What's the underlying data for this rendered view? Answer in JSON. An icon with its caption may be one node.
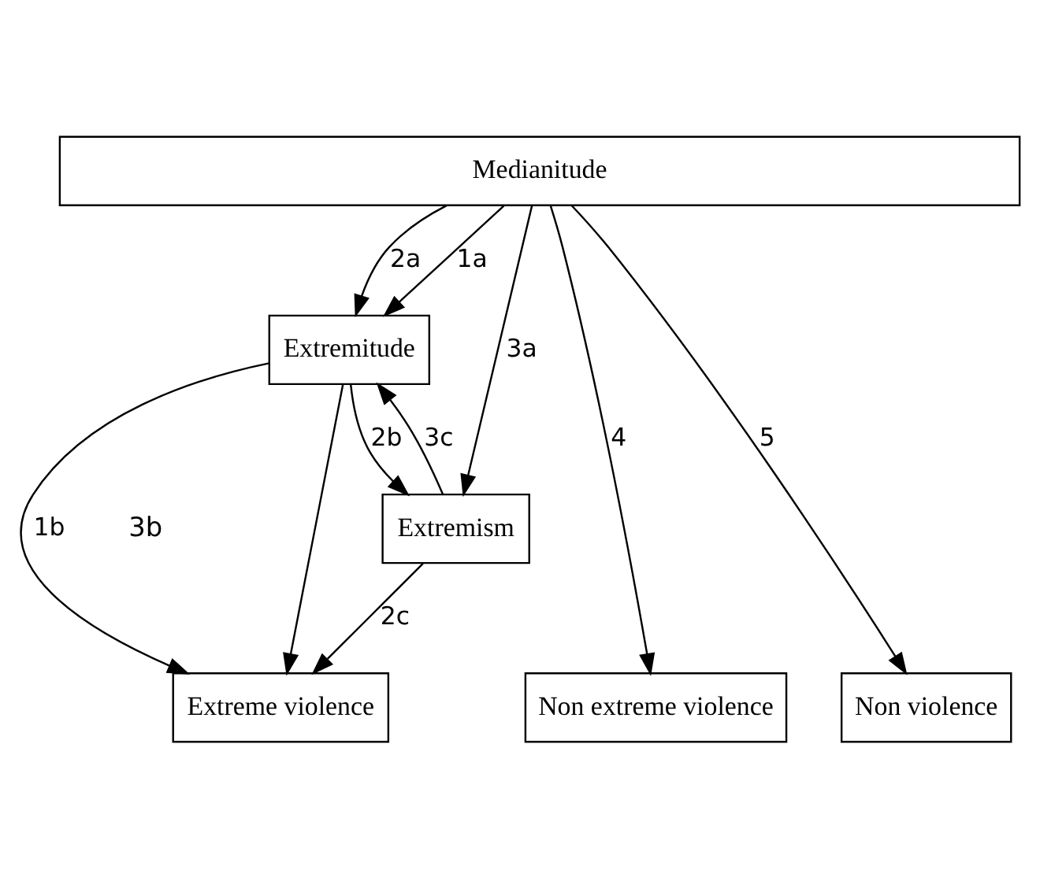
{
  "diagram": {
    "nodes": [
      {
        "text": [
          "Medianitude"
        ]
      },
      {
        "text": [
          "Extremitude"
        ]
      },
      {
        "text": [
          "Extremism"
        ]
      },
      {
        "text": [
          "Extreme violence"
        ]
      },
      {
        "text": [
          "Non extreme violence"
        ]
      },
      {
        "text": [
          "Non violence"
        ]
      }
    ],
    "edges": [
      {
        "from": 0,
        "to": 1,
        "arrow": "to",
        "label": "1a"
      },
      {
        "from": 0,
        "to": 1,
        "arrow": "to",
        "label": "2a"
      },
      {
        "from": 0,
        "to": 2,
        "arrow": "to",
        "label": "3a"
      },
      {
        "from": 0,
        "to": 4,
        "arrow": "to",
        "label": "4"
      },
      {
        "from": 0,
        "to": 5,
        "arrow": "to",
        "label": "5"
      },
      {
        "from": 1,
        "to": 3,
        "arrow": "to",
        "label": "1b"
      },
      {
        "from": 1,
        "to": 2,
        "arrow": "to",
        "label": "2b"
      },
      {
        "from": 2,
        "to": 1,
        "arrow": "to",
        "label": "3c"
      },
      {
        "from": 2,
        "to": 3,
        "arrow": "to",
        "label": "2c"
      },
      {
        "from": 1,
        "to": 3,
        "arrow": "to"
      }
    ],
    "labels": [
      "3b"
    ]
  }
}
